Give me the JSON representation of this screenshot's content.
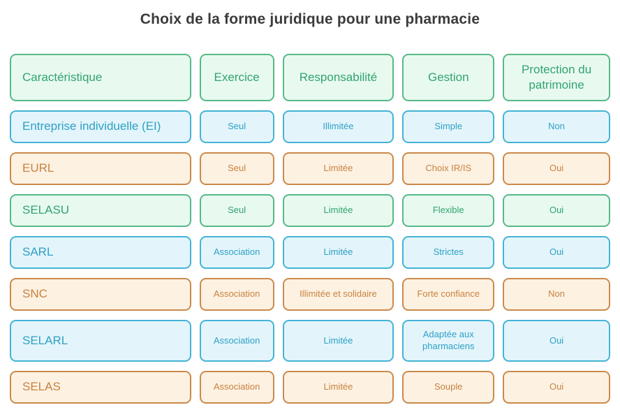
{
  "title": "Choix de la forme juridique pour une pharmacie",
  "colors": {
    "green": {
      "bg": "#e8f9f0",
      "border": "#57b987",
      "text": "#31a46f"
    },
    "blue": {
      "bg": "#e3f5fb",
      "border": "#45b3d6",
      "text": "#2f9fc5"
    },
    "orange": {
      "bg": "#fdf1e2",
      "border": "#cb8a4b",
      "text": "#c8823f"
    },
    "title_text": "#3b3b3b"
  },
  "table": {
    "header": {
      "theme": "green",
      "cells": [
        "Caractéristique",
        "Exercice",
        "Responsabilité",
        "Gestion",
        "Protection du patrimoine"
      ]
    },
    "rows": [
      {
        "theme": "blue",
        "label": "Entreprise individuelle (EI)",
        "cells": [
          "Seul",
          "Illimitée",
          "Simple",
          "Non"
        ]
      },
      {
        "theme": "orange",
        "label": "EURL",
        "cells": [
          "Seul",
          "Limitée",
          "Choix IR/IS",
          "Oui"
        ]
      },
      {
        "theme": "green",
        "label": "SELASU",
        "cells": [
          "Seul",
          "Limitée",
          "Flexible",
          "Oui"
        ]
      },
      {
        "theme": "blue",
        "label": "SARL",
        "cells": [
          "Association",
          "Limitée",
          "Strictes",
          "Oui"
        ]
      },
      {
        "theme": "orange",
        "label": "SNC",
        "cells": [
          "Association",
          "Illimitée et solidaire",
          "Forte confiance",
          "Non"
        ]
      },
      {
        "theme": "blue",
        "label": "SELARL",
        "cells": [
          "Association",
          "Limitée",
          "Adaptée aux pharmaciens",
          "Oui"
        ]
      },
      {
        "theme": "orange",
        "label": "SELAS",
        "cells": [
          "Association",
          "Limitée",
          "Souple",
          "Oui"
        ]
      }
    ]
  }
}
